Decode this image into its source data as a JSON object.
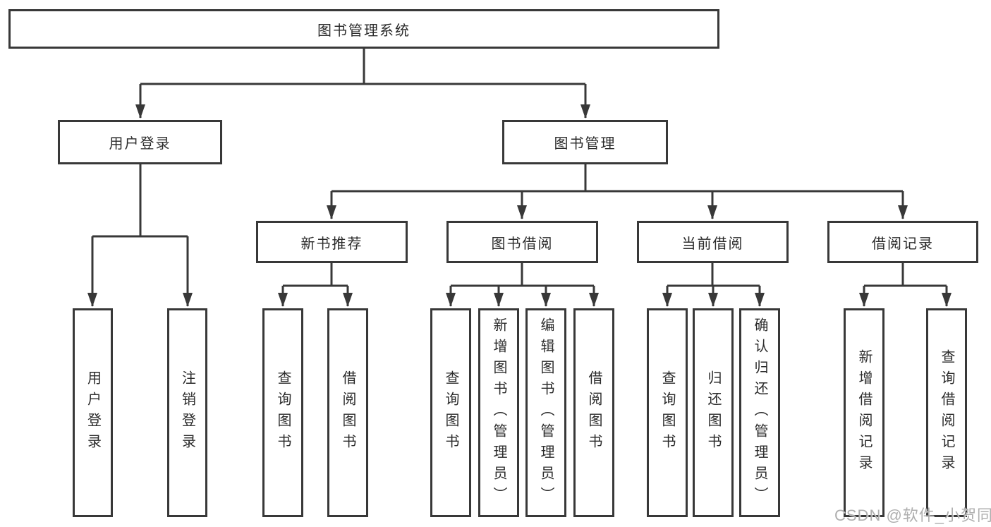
{
  "diagram": {
    "root_label": "图书管理系统",
    "level2": {
      "user_login": "用户登录",
      "book_management": "图书管理"
    },
    "level3": {
      "new_books": "新书推荐",
      "book_borrow": "图书借阅",
      "current_borrow": "当前借阅",
      "borrow_records": "借阅记录"
    },
    "leaves": {
      "user_login": [
        "用户登录",
        "注销登录"
      ],
      "new_books": [
        "查询图书",
        "借阅图书"
      ],
      "book_borrow": [
        "查询图书",
        "新增图书（管理员）",
        "编辑图书（管理员）",
        "借阅图书"
      ],
      "current_borrow": [
        "查询图书",
        "归还图书",
        "确认归还（管理员）"
      ],
      "borrow_records": [
        "新增借阅记录",
        "查询借阅记录"
      ]
    }
  },
  "watermark": {
    "text": "CSDN @软件_小贺同学"
  },
  "colors": {
    "line": "#383838",
    "box_border": "#383838",
    "box_fill": "#ffffff",
    "text": "#2b2b2b",
    "watermark": "#a8a8a8",
    "background": "#ffffff"
  }
}
